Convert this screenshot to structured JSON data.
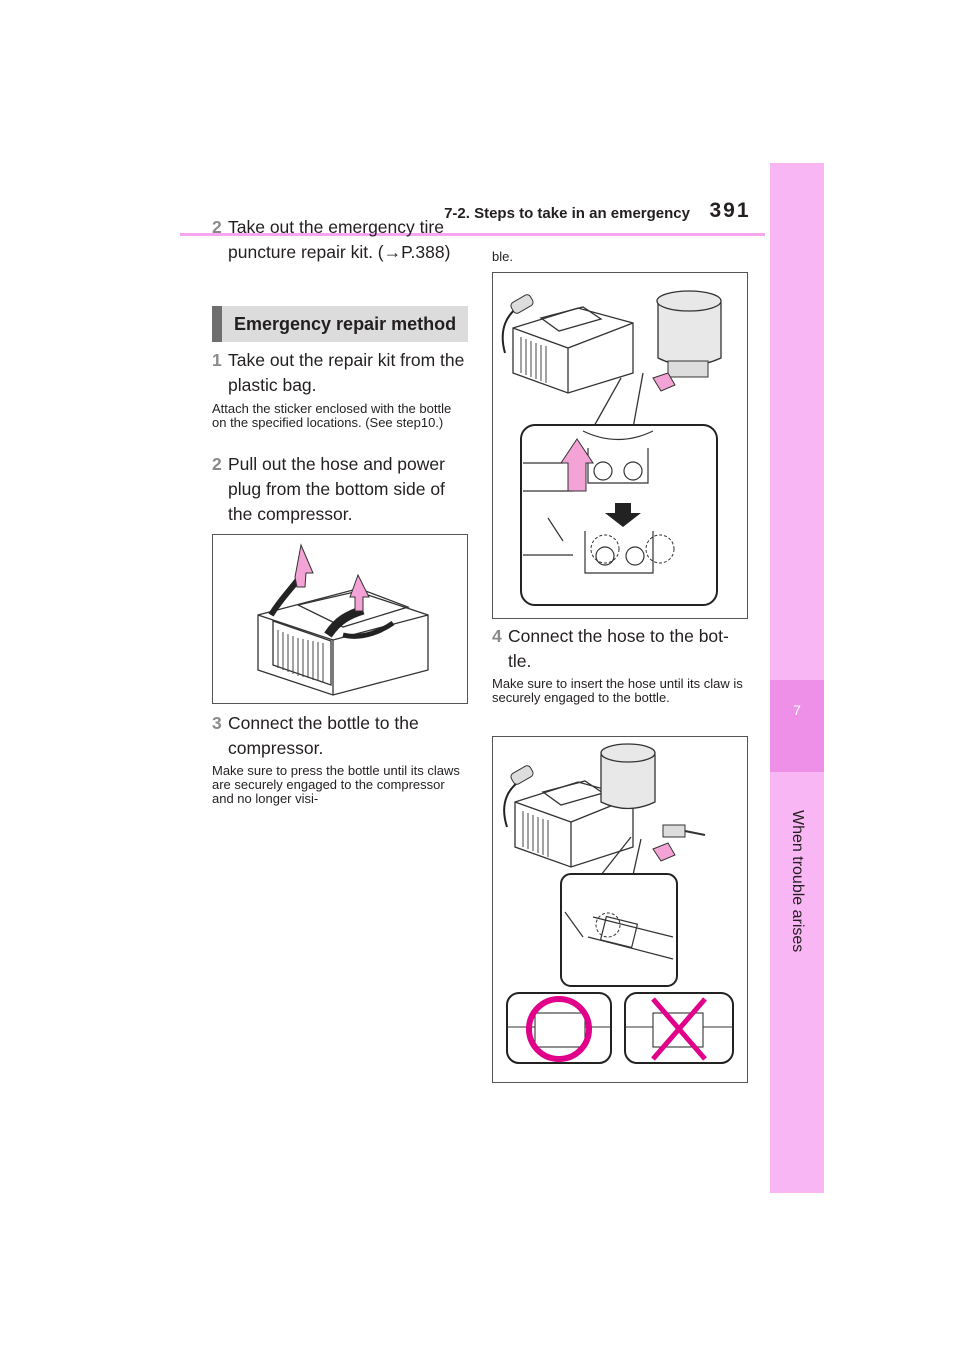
{
  "header": {
    "section": "7-2. Steps to take in an emergency",
    "page_number": "391"
  },
  "side_tab": {
    "chapter_number": "7",
    "chapter_title": "When trouble arises"
  },
  "left_column": {
    "step2_pre": {
      "num": "2",
      "text": "Take out the emergency tire puncture repair kit. (→P.388)"
    },
    "section_heading": "Emergency repair method",
    "step1": {
      "num": "1",
      "text": "Take out the repair kit from the plastic bag."
    },
    "note1": "Attach the sticker enclosed with the bottle on the specified locations. (See step10.)",
    "step2": {
      "num": "2",
      "text": "Pull out the hose and power plug from the bottom side of the compressor."
    },
    "step3": {
      "num": "3",
      "text": "Connect the bottle to the compressor."
    },
    "note3": "Make sure to press the bottle until its claws are securely engaged to the compressor and no longer visi-"
  },
  "right_column": {
    "note3_cont": "ble.",
    "step4": {
      "num": "4",
      "text": "Connect the hose to the bot-tle."
    },
    "note4": "Make sure to insert the hose until its claw is securely engaged to the bottle."
  },
  "colors": {
    "accent_pink": "#f6a6f1",
    "tab_pink": "#f9b6f4",
    "arrow_pink": "#f4a3d6",
    "ok_magenta": "#e0008a",
    "ng_magenta": "#e0008a"
  },
  "icons": [
    "up-arrow-icon",
    "down-arrow-icon",
    "correct-circle-icon",
    "incorrect-cross-icon"
  ]
}
